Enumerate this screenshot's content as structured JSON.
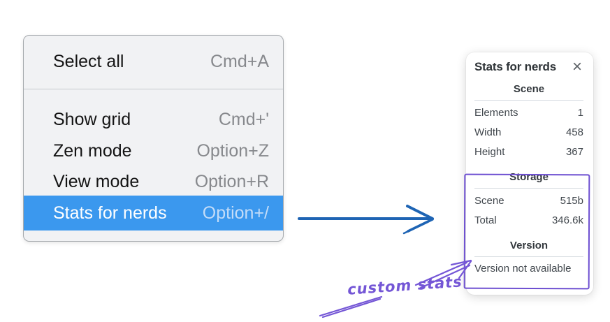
{
  "context_menu": {
    "items": [
      {
        "label": "Select all",
        "shortcut": "Cmd+A",
        "highlighted": false
      },
      {
        "label": "Show grid",
        "shortcut": "Cmd+'",
        "highlighted": false
      },
      {
        "label": "Zen mode",
        "shortcut": "Option+Z",
        "highlighted": false
      },
      {
        "label": "View mode",
        "shortcut": "Option+R",
        "highlighted": false
      },
      {
        "label": "Stats for nerds",
        "shortcut": "Option+/",
        "highlighted": true
      }
    ]
  },
  "stats_panel": {
    "title": "Stats for nerds",
    "close_icon": "×",
    "sections": [
      {
        "header": "Scene",
        "rows": [
          {
            "label": "Elements",
            "value": "1"
          },
          {
            "label": "Width",
            "value": "458"
          },
          {
            "label": "Height",
            "value": "367"
          }
        ]
      },
      {
        "header": "Storage",
        "rows": [
          {
            "label": "Scene",
            "value": "515b"
          },
          {
            "label": "Total",
            "value": "346.6k"
          }
        ]
      },
      {
        "header": "Version",
        "note": "Version not available"
      }
    ]
  },
  "annotation": {
    "label": "custom stats"
  },
  "colors": {
    "menu_background": "#f1f2f4",
    "menu_border": "#a6aaae",
    "menu_text": "#141414",
    "menu_shortcut": "#87898d",
    "highlight_background": "#3b98ee",
    "highlight_text": "#ffffff",
    "highlight_shortcut": "#c3dcf8",
    "panel_background": "#ffffff",
    "panel_text": "#343a40",
    "divider": "#d7dce1",
    "arrow_blue": "#1e64b4",
    "annotation_purple": "#6d4fd1"
  }
}
